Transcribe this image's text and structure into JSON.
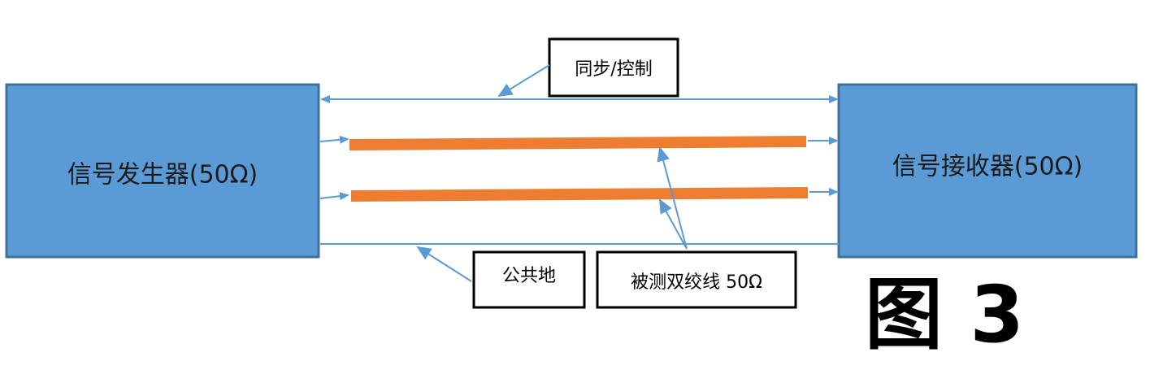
{
  "diagram": {
    "generator_label": "信号发生器(50Ω)",
    "receiver_label": "信号接收器(50Ω)",
    "sync_label": "同步/控制",
    "ground_label": "公共地",
    "cable_label": "被测双绞线 50Ω",
    "figure_label": "图 3"
  },
  "colors": {
    "block_fill": "#5B9BD5",
    "block_stroke": "#41719C",
    "line": "#5B9BD5",
    "callout_arrow": "#5B9BD5",
    "cable": "#ED7D31",
    "box_stroke": "#000000"
  }
}
